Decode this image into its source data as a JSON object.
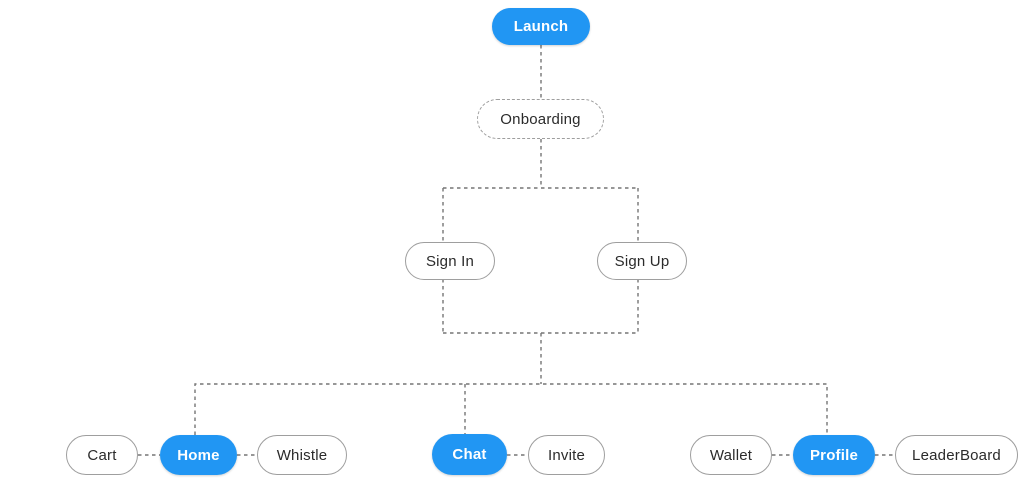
{
  "diagram": {
    "nodes": {
      "launch": {
        "label": "Launch",
        "variant": "primary"
      },
      "onboarding": {
        "label": "Onboarding",
        "variant": "dashed"
      },
      "sign_in": {
        "label": "Sign In",
        "variant": "outline"
      },
      "sign_up": {
        "label": "Sign Up",
        "variant": "outline"
      },
      "cart": {
        "label": "Cart",
        "variant": "outline"
      },
      "home": {
        "label": "Home",
        "variant": "primary"
      },
      "whistle": {
        "label": "Whistle",
        "variant": "outline"
      },
      "chat": {
        "label": "Chat",
        "variant": "primary"
      },
      "invite": {
        "label": "Invite",
        "variant": "outline"
      },
      "wallet": {
        "label": "Wallet",
        "variant": "outline"
      },
      "profile": {
        "label": "Profile",
        "variant": "primary"
      },
      "leaderboard": {
        "label": "LeaderBoard",
        "variant": "outline"
      }
    },
    "edges": [
      {
        "from": "launch",
        "to": "onboarding",
        "style": "dashed"
      },
      {
        "from": "onboarding",
        "to": "sign_in",
        "style": "dashed"
      },
      {
        "from": "onboarding",
        "to": "sign_up",
        "style": "dashed"
      },
      {
        "from": "sign_in",
        "to": "home",
        "style": "dashed"
      },
      {
        "from": "sign_in",
        "to": "chat",
        "style": "dashed"
      },
      {
        "from": "sign_in",
        "to": "profile",
        "style": "dashed"
      },
      {
        "from": "sign_up",
        "to": "home",
        "style": "dashed"
      },
      {
        "from": "sign_up",
        "to": "chat",
        "style": "dashed"
      },
      {
        "from": "sign_up",
        "to": "profile",
        "style": "dashed"
      },
      {
        "from": "cart",
        "to": "home",
        "style": "dashed"
      },
      {
        "from": "home",
        "to": "whistle",
        "style": "dashed"
      },
      {
        "from": "chat",
        "to": "invite",
        "style": "dashed"
      },
      {
        "from": "wallet",
        "to": "profile",
        "style": "dashed"
      },
      {
        "from": "profile",
        "to": "leaderboard",
        "style": "dashed"
      }
    ],
    "colors": {
      "primary": "#2196F3",
      "primary_text": "#FFFFFF",
      "node_border": "#9E9E9E",
      "node_text": "#2B2B2B",
      "connector": "#757575",
      "background": "#FFFFFF"
    }
  }
}
